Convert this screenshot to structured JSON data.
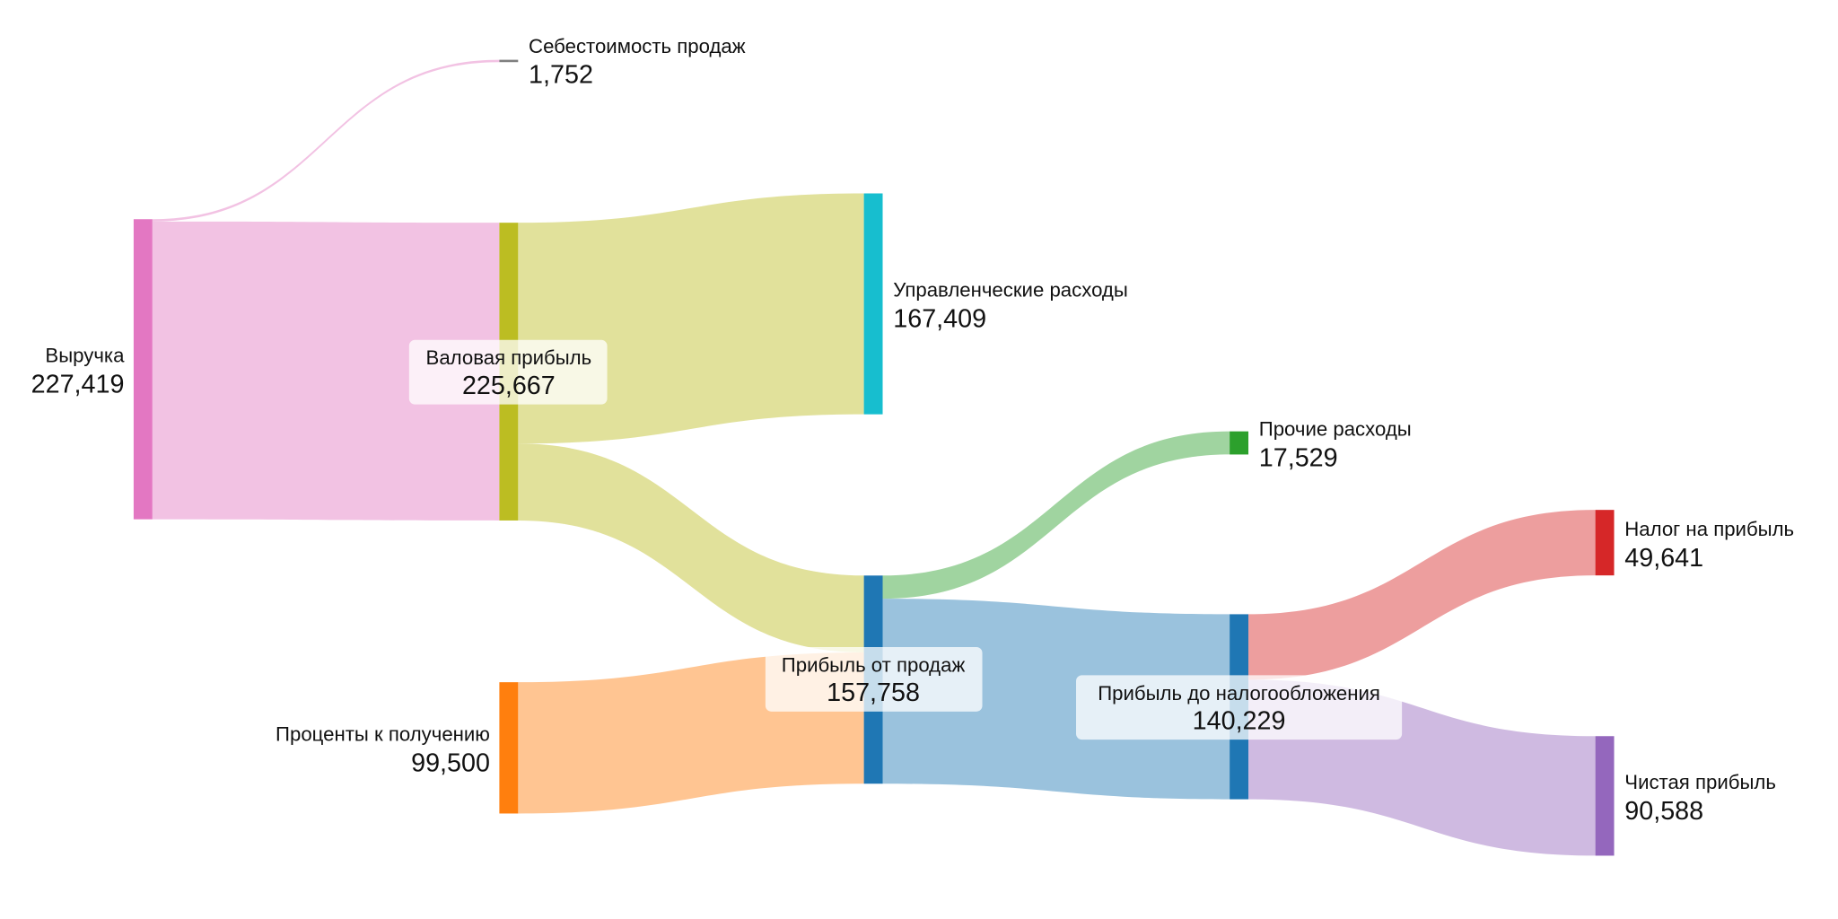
{
  "chart_data": {
    "type": "sankey",
    "title": "",
    "nodes": [
      {
        "id": "revenue",
        "label": "Выручка",
        "value": "227,419",
        "color": "#e377c2"
      },
      {
        "id": "cogs",
        "label": "Себестоимость продаж",
        "value": "1,752",
        "color": "#7f7f7f"
      },
      {
        "id": "gross",
        "label": "Валовая прибыль",
        "value": "225,667",
        "color": "#bcbd22"
      },
      {
        "id": "admin",
        "label": "Управленческие расходы",
        "value": "167,409",
        "color": "#17becf"
      },
      {
        "id": "interest",
        "label": "Проценты к получению",
        "value": "99,500",
        "color": "#ff7f0e"
      },
      {
        "id": "sales_profit",
        "label": "Прибыль от продаж",
        "value": "157,758",
        "color": "#1f77b4"
      },
      {
        "id": "other",
        "label": "Прочие расходы",
        "value": "17,529",
        "color": "#2ca02c"
      },
      {
        "id": "pretax",
        "label": "Прибыль до налогообложения",
        "value": "140,229",
        "color": "#1f77b4"
      },
      {
        "id": "tax",
        "label": "Налог на прибыль",
        "value": "49,641",
        "color": "#d62728"
      },
      {
        "id": "net",
        "label": "Чистая прибыль",
        "value": "90,588",
        "color": "#9467bd"
      }
    ],
    "links": [
      {
        "source": "revenue",
        "target": "cogs",
        "value": 1752,
        "color": "#e377c2"
      },
      {
        "source": "revenue",
        "target": "gross",
        "value": 225667,
        "color": "#e377c2"
      },
      {
        "source": "gross",
        "target": "admin",
        "value": 167409,
        "color": "#bcbd22"
      },
      {
        "source": "gross",
        "target": "sales_profit",
        "value": 58258,
        "color": "#bcbd22"
      },
      {
        "source": "interest",
        "target": "sales_profit",
        "value": 99500,
        "color": "#ff7f0e"
      },
      {
        "source": "sales_profit",
        "target": "other",
        "value": 17529,
        "color": "#2ca02c"
      },
      {
        "source": "sales_profit",
        "target": "pretax",
        "value": 140229,
        "color": "#1f77b4"
      },
      {
        "source": "pretax",
        "target": "tax",
        "value": 49641,
        "color": "#d62728"
      },
      {
        "source": "pretax",
        "target": "net",
        "value": 90588,
        "color": "#9467bd"
      }
    ]
  }
}
